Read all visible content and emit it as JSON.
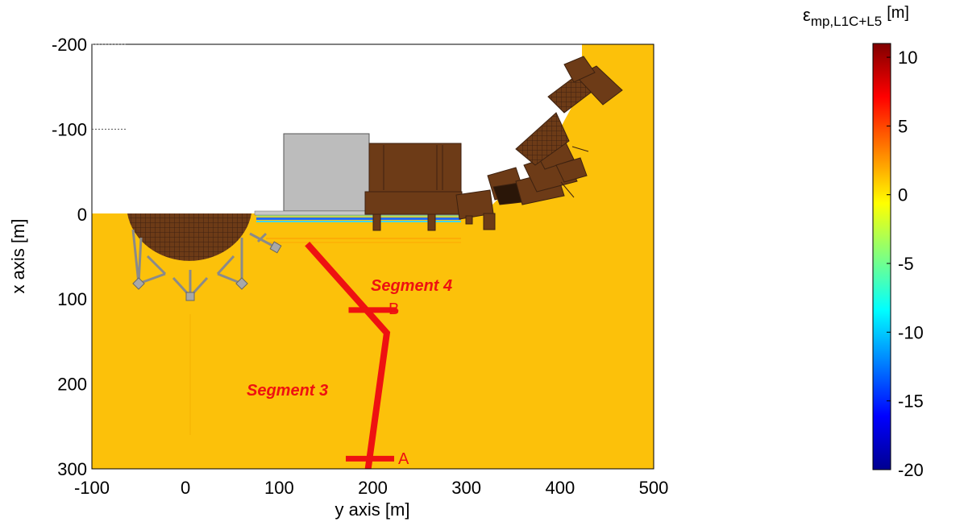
{
  "chart_data": {
    "type": "heatmap",
    "xlabel": "y axis [m]",
    "ylabel": "x axis [m]",
    "xlim": [
      -100,
      500
    ],
    "ylim": [
      -200,
      300
    ],
    "x_ticks": [
      "-100",
      "0",
      "100",
      "200",
      "300",
      "400",
      "500"
    ],
    "y_ticks": [
      "-200",
      "-100",
      "0",
      "100",
      "200",
      "300"
    ],
    "colorbar": {
      "label_main": "ε",
      "label_sub": "mp,L1C+L5",
      "unit": "[m]",
      "range": [
        -20,
        11
      ],
      "ticks": [
        "10",
        "5",
        "0",
        "-5",
        "-10",
        "-15",
        "-20"
      ],
      "colormap": "jet"
    },
    "background_value": 0,
    "track": [
      {
        "x": 130,
        "y": 35
      },
      {
        "x": 215,
        "y": 140
      },
      {
        "x": 195,
        "y": 300
      }
    ],
    "annotations": {
      "segment3": "Segment 3",
      "segment4": "Segment 4",
      "point_a": "A",
      "point_b": "B"
    },
    "markers": [
      {
        "label": "A",
        "x": 197,
        "y": 288
      },
      {
        "label": "B",
        "x": 200,
        "y": 113
      }
    ],
    "colors": {
      "field": "#fcc10a",
      "building": "#6d3b17",
      "building_dark": "#3e2210",
      "gray_block": "#bcbcbc",
      "track": "#ee1111"
    }
  }
}
